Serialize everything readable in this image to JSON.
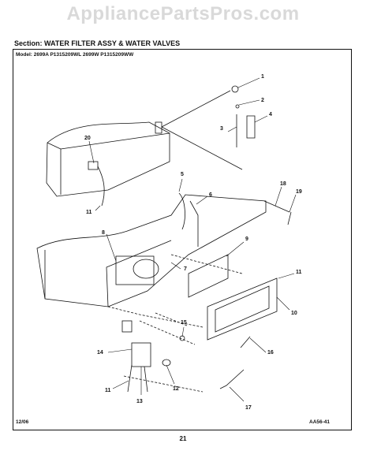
{
  "watermark": "AppliancePartsPros.com",
  "section": "Section:  WATER FILTER ASSY & WATER VALVES",
  "model": "Model:   2699A P1315209WL 2699W P1315209WW",
  "footer": {
    "date": "12/06",
    "code": "AA56-41",
    "page": "21"
  },
  "callouts": [
    "1",
    "2",
    "3",
    "4",
    "5",
    "6",
    "7",
    "8",
    "9",
    "10",
    "11",
    "12",
    "13",
    "14",
    "15",
    "16",
    "17",
    "18",
    "19",
    "20",
    "11",
    "11"
  ]
}
